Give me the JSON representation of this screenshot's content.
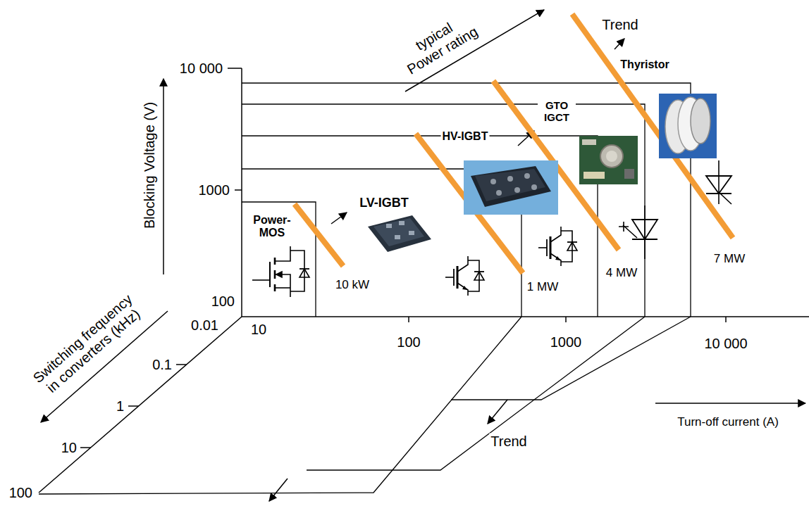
{
  "diagram": {
    "labels": [
      "typical Power rating",
      "Trend",
      "Thyristor",
      "10 000",
      "Blocking Voltage (V)",
      "GTO IGCT",
      "HV-IGBT",
      "1000",
      "LV-IGBT",
      "Power-MOS",
      "10 kW",
      "1 MW",
      "4 MW",
      "7 MW",
      "100",
      "Switching frequency in converters (kHz)",
      "0.01",
      "10",
      "100",
      "1000",
      "10 000",
      "0.1",
      "1",
      "10",
      "100",
      "Trend",
      "Turn-off current (A)"
    ]
  }
}
